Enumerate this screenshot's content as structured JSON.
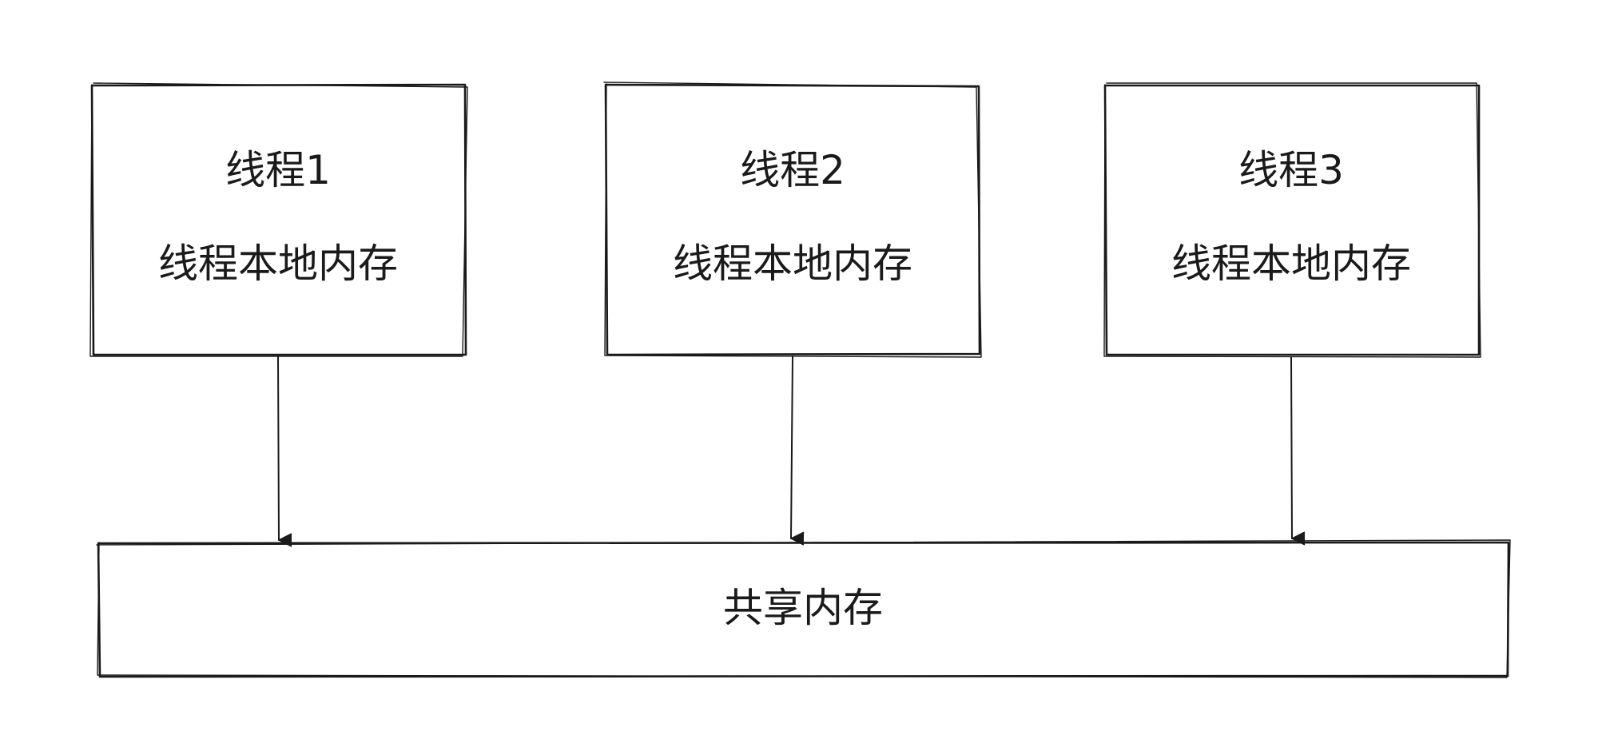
{
  "threads": [
    {
      "title": "线程1",
      "subtitle": "线程本地内存"
    },
    {
      "title": "线程2",
      "subtitle": "线程本地内存"
    },
    {
      "title": "线程3",
      "subtitle": "线程本地内存"
    }
  ],
  "shared": {
    "label": "共享内存"
  },
  "colors": {
    "stroke": "#1a1a1a",
    "background": "#ffffff"
  }
}
